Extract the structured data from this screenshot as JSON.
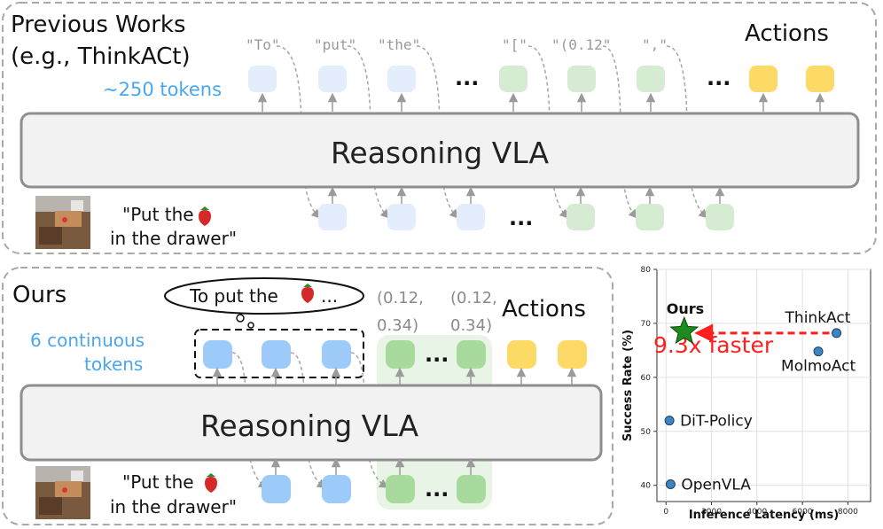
{
  "top_panel": {
    "title_line1": "Previous Works",
    "title_line2": "(e.g., ThinkACt)",
    "token_count": "~250 tokens",
    "actions_label": "Actions",
    "model_label": "Reasoning VLA",
    "instruction_line1": "\"Put the",
    "instruction_line2": "in the drawer\"",
    "output_tokens": [
      {
        "label": "\"To\"",
        "kind": "text"
      },
      {
        "label": "\"put\"",
        "kind": "text"
      },
      {
        "label": "\"the\"",
        "kind": "text"
      },
      {
        "label": "\"[\"",
        "kind": "action"
      },
      {
        "label": "\"(0.12\"",
        "kind": "action"
      },
      {
        "label": "\",\"",
        "kind": "action"
      }
    ],
    "ellipsis": "..."
  },
  "bottom_panel": {
    "title": "Ours",
    "thought_text": "To put the",
    "thought_suffix": "...",
    "token_count_line1": "6 continuous",
    "token_count_line2": "tokens",
    "coord1_line1": "(0.12,",
    "coord1_line2": "0.34)",
    "coord2_line1": "(0.12,",
    "coord2_line2": "0.34)",
    "actions_label": "Actions",
    "model_label": "Reasoning VLA",
    "instruction_line1": "\"Put the",
    "instruction_line2": "in the drawer\"",
    "ellipsis": "..."
  },
  "colors": {
    "thought_token": "#9ccbfa",
    "thought_token_faint": "#e3edfb",
    "action_token": "#c4e3bf",
    "action_token_strong": "#a8da9e",
    "final_action": "#fdd965",
    "token_count_text": "#4aa6ee",
    "speedup_text": "#ff1f1f",
    "star": "#1f8a1f",
    "point": "#3d84c2"
  },
  "chart_data": {
    "type": "scatter",
    "xlabel": "Inference Latency (ms)",
    "ylabel": "Success Rate (%)",
    "xlim": [
      -400,
      9000
    ],
    "ylim": [
      37,
      80
    ],
    "xticks": [
      0,
      2000,
      4000,
      6000,
      8000
    ],
    "yticks": [
      40,
      50,
      60,
      70,
      80
    ],
    "points": [
      {
        "name": "Ours",
        "x": 800,
        "y": 68.5,
        "marker": "star"
      },
      {
        "name": "ThinkAct",
        "x": 7500,
        "y": 68.2,
        "marker": "circle"
      },
      {
        "name": "MolmoAct",
        "x": 6700,
        "y": 64.8,
        "marker": "circle"
      },
      {
        "name": "DiT-Policy",
        "x": 150,
        "y": 52.0,
        "marker": "circle"
      },
      {
        "name": "OpenVLA",
        "x": 200,
        "y": 40.2,
        "marker": "circle"
      }
    ],
    "annotation": "9.3x faster"
  }
}
